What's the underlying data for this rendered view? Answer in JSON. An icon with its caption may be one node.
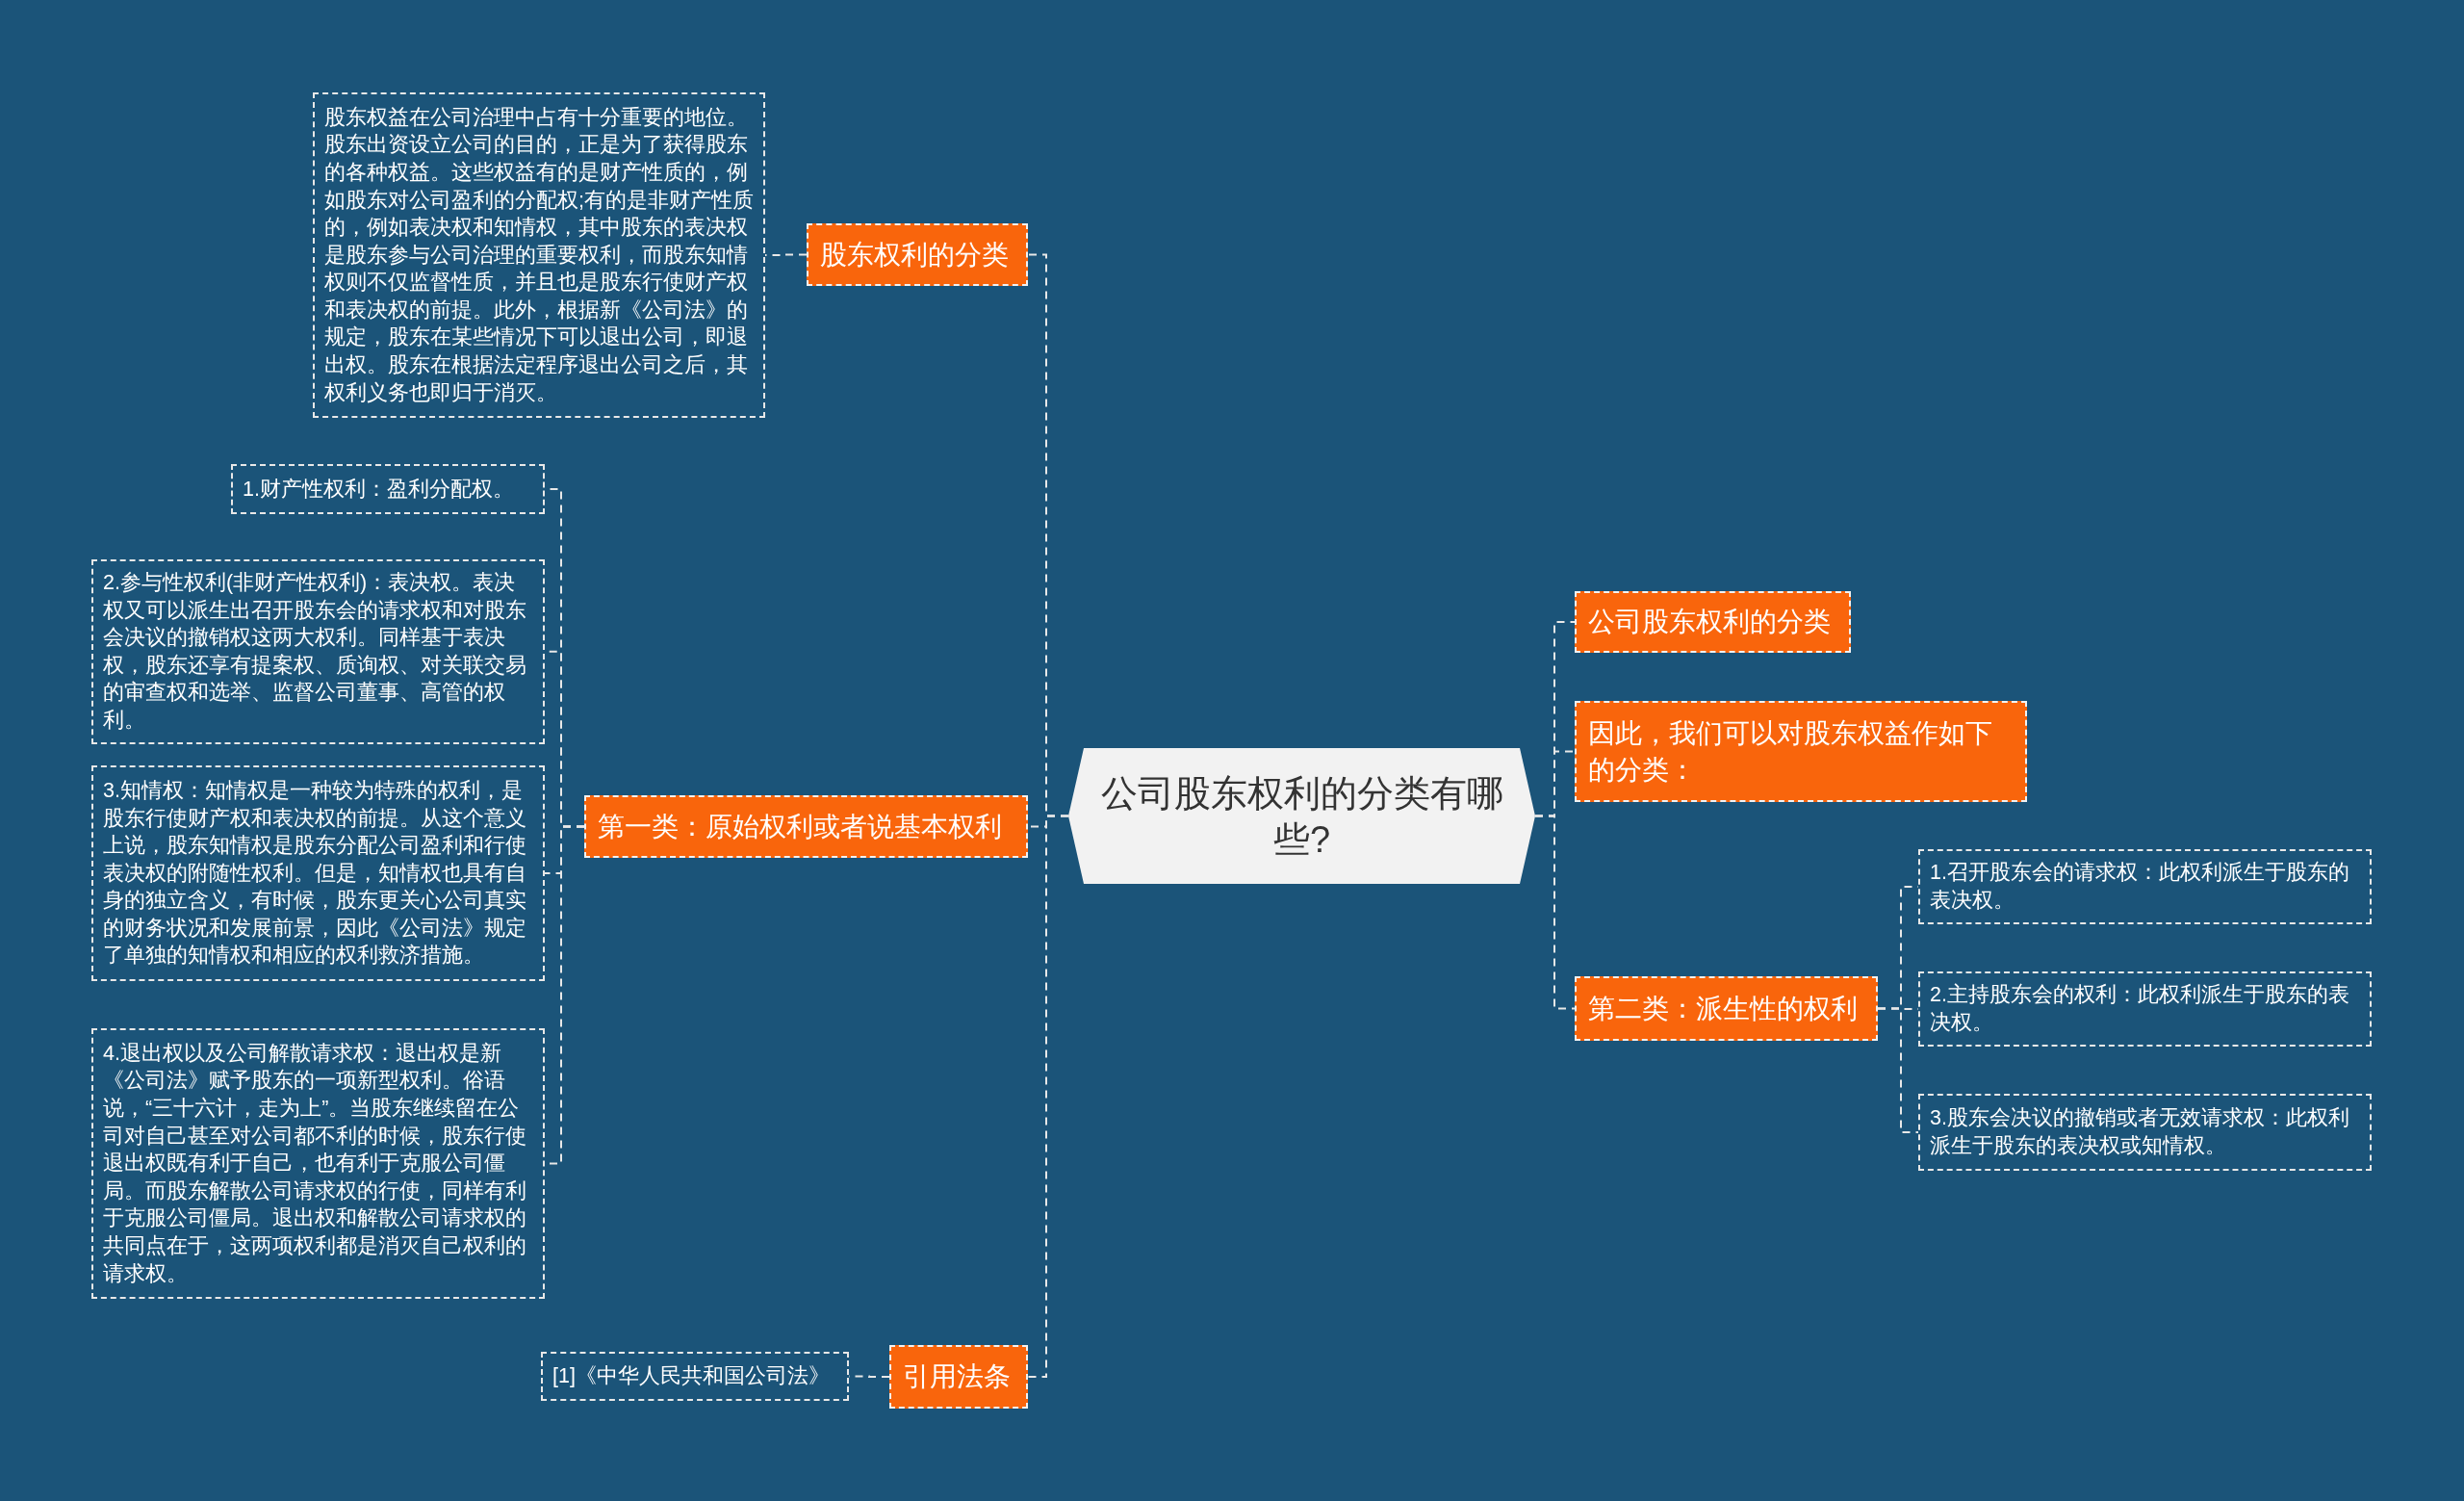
{
  "diagram": {
    "nodes": [
      {
        "text": [
          "公司股东权利的分类有哪些?"
        ]
      },
      {
        "text": [
          "股东权利的分类"
        ]
      },
      {
        "text": [
          "股东权益在公司治理中占有十分重要的地位。股东出资设立公司的目的，正是为了获得股东的各种权益。这些权益有的是财产性质的，例如股东对公司盈利的分配权;有的是非财产性质的，例如表决权和知情权，其中股东的表决权是股东参与公司治理的重要权利，而股东知情权则不仅监督性质，并且也是股东行使财产权和表决权的前提。此外，根据新《公司法》的规定，股东在某些情况下可以退出公司，即退出权。股东在根据法定程序退出公司之后，其权利义务也即归于消灭。"
        ]
      },
      {
        "text": [
          "第一类：原始权利或者说基本权利"
        ]
      },
      {
        "text": [
          "1.财产性权利：盈利分配权。"
        ]
      },
      {
        "text": [
          "2.参与性权利(非财产性权利)：表决权。表决权又可以派生出召开股东会的请求权和对股东会决议的撤销权这两大权利。同样基于表决权，股东还享有提案权、质询权、对关联交易的审查权和选举、监督公司董事、高管的权利。"
        ]
      },
      {
        "text": [
          "3.知情权：知情权是一种较为特殊的权利，是股东行使财产权和表决权的前提。从这个意义上说，股东知情权是股东分配公司盈利和行使表决权的附随性权利。但是，知情权也具有自身的独立含义，有时候，股东更关心公司真实的财务状况和发展前景，因此《公司法》规定了单独的知情权和相应的权利救济措施。"
        ]
      },
      {
        "text": [
          "4.退出权以及公司解散请求权：退出权是新《公司法》赋予股东的一项新型权利。俗语说，“三十六计，走为上”。当股东继续留在公司对自己甚至对公司都不利的时候，股东行使退出权既有利于自己，也有利于克服公司僵局。而股东解散公司请求权的行使，同样有利于克服公司僵局。退出权和解散公司请求权的共同点在于，这两项权利都是消灭自己权利的请求权。"
        ]
      },
      {
        "text": [
          "引用法条"
        ]
      },
      {
        "text": [
          "[1]《中华人民共和国公司法》"
        ]
      },
      {
        "text": [
          "公司股东权利的分类"
        ]
      },
      {
        "text": [
          "因此，我们可以对股东权益作如下的分类："
        ]
      },
      {
        "text": [
          "第二类：派生性的权利"
        ]
      },
      {
        "text": [
          "1.召开股东会的请求权：此权利派生于股东的表决权。"
        ]
      },
      {
        "text": [
          "2.主持股东会的权利：此权利派生于股东的表决权。"
        ]
      },
      {
        "text": [
          "3.股东会决议的撤销或者无效请求权：此权利派生于股东的表决权或知情权。"
        ]
      }
    ],
    "edges": [
      {
        "from": 0,
        "to": 1,
        "arrow": "none"
      },
      {
        "from": 1,
        "to": 2,
        "arrow": "none"
      },
      {
        "from": 0,
        "to": 3,
        "arrow": "none"
      },
      {
        "from": 3,
        "to": 4,
        "arrow": "none"
      },
      {
        "from": 3,
        "to": 5,
        "arrow": "none"
      },
      {
        "from": 3,
        "to": 6,
        "arrow": "none"
      },
      {
        "from": 3,
        "to": 7,
        "arrow": "none"
      },
      {
        "from": 0,
        "to": 8,
        "arrow": "none"
      },
      {
        "from": 8,
        "to": 9,
        "arrow": "none"
      },
      {
        "from": 0,
        "to": 10,
        "arrow": "none"
      },
      {
        "from": 0,
        "to": 11,
        "arrow": "none"
      },
      {
        "from": 0,
        "to": 12,
        "arrow": "none"
      },
      {
        "from": 12,
        "to": 13,
        "arrow": "none"
      },
      {
        "from": 12,
        "to": 14,
        "arrow": "none"
      },
      {
        "from": 12,
        "to": 15,
        "arrow": "none"
      }
    ]
  }
}
